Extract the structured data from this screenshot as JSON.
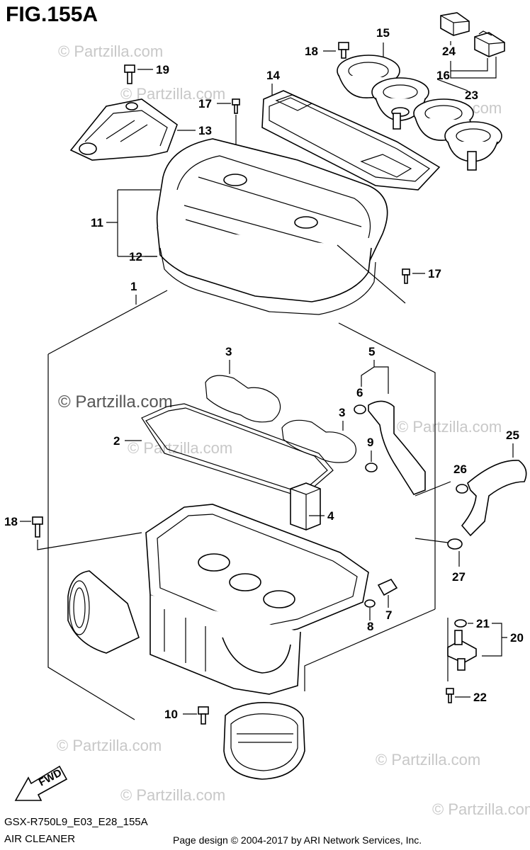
{
  "figure": {
    "title": "FIG.155A",
    "code": "GSX-R750L9_E03_E28_155A",
    "subtitle": "AIR CLEANER",
    "credit": "Page design © 2004-2017 by ARI Network Services, Inc.",
    "fwd_label": "FWD",
    "watermark": "© Partzilla.com"
  },
  "callouts": {
    "c1": "1",
    "c2": "2",
    "c3a": "3",
    "c3b": "3",
    "c4": "4",
    "c5": "5",
    "c6": "6",
    "c7": "7",
    "c8": "8",
    "c9": "9",
    "c10": "10",
    "c11": "11",
    "c12": "12",
    "c13": "13",
    "c14": "14",
    "c15": "15",
    "c16": "16",
    "c17a": "17",
    "c17b": "17",
    "c18a": "18",
    "c18b": "18",
    "c19": "19",
    "c20": "20",
    "c21": "21",
    "c22": "22",
    "c23": "23",
    "c24": "24",
    "c25": "25",
    "c26": "26",
    "c27": "27"
  }
}
